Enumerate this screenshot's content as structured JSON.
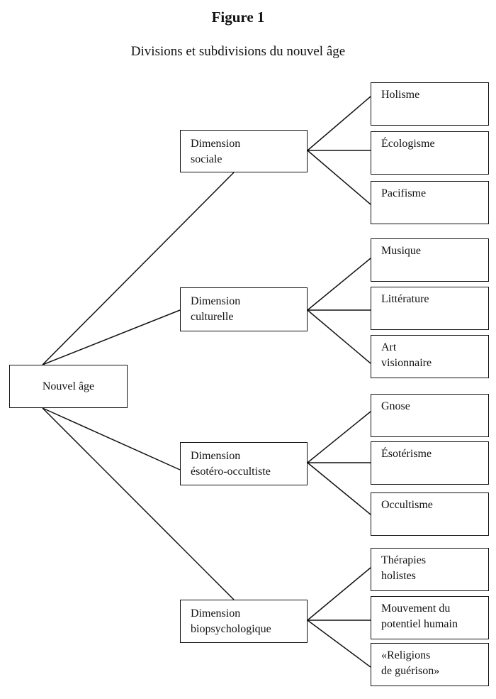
{
  "figure_title": "Figure 1",
  "subtitle": "Divisions et subdivisions du nouvel âge",
  "root": {
    "label": "Nouvel âge"
  },
  "dimensions": [
    {
      "label": "Dimension\nsociale",
      "subdivisions": [
        "Holisme",
        "Écologisme",
        "Pacifisme"
      ]
    },
    {
      "label": "Dimension\nculturelle",
      "subdivisions": [
        "Musique",
        "Littérature",
        "Art\nvisionnaire"
      ]
    },
    {
      "label": "Dimension\nésotéro-occultiste",
      "subdivisions": [
        "Gnose",
        "Ésotérisme",
        "Occultisme"
      ]
    },
    {
      "label": "Dimension\nbiopsychologique",
      "subdivisions": [
        "Thérapies\nholistes",
        "Mouvement du\npotentiel humain",
        "«Religions\nde guérison»"
      ]
    }
  ],
  "colors": {
    "line": "#111111",
    "background": "#ffffff"
  }
}
